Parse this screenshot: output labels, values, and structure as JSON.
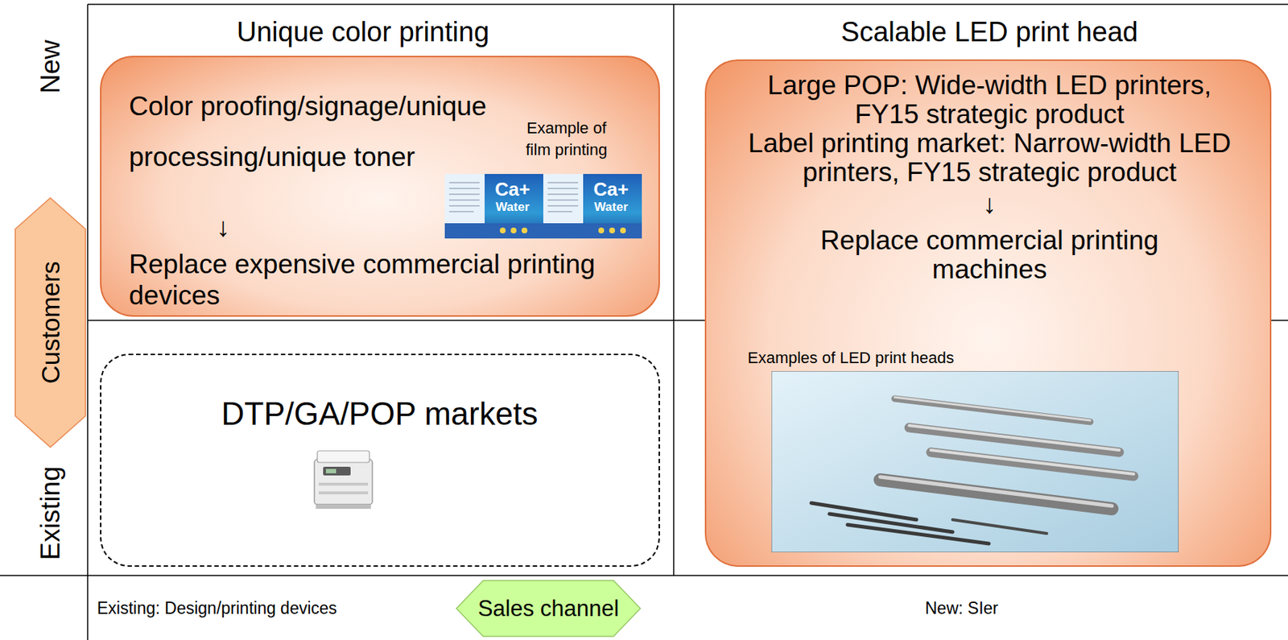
{
  "diagram": {
    "nodes": [
      {
        "text": [
          "Unique color printing",
          "Color proofing/signage/unique processing/unique toner",
          "↓",
          "Replace expensive commercial printing devices"
        ]
      },
      {
        "text": [
          "Scalable LED print head",
          "Large POP: Wide-width LED printers, FY15 strategic product",
          "Label printing market: Narrow-width LED printers, FY15 strategic product",
          "↓",
          "Replace commercial printing machines"
        ]
      },
      {
        "text": [
          "DTP/GA/POP markets"
        ]
      },
      {
        "text": [
          "Customers"
        ]
      },
      {
        "text": [
          "Sales channel"
        ]
      }
    ],
    "labels": [
      "Example of film printing",
      "Ca+",
      "Water",
      "Ca+",
      "Water",
      "Examples of LED print heads",
      "New",
      "Existing",
      "Existing: Design/printing devices",
      "New: SIer"
    ]
  }
}
